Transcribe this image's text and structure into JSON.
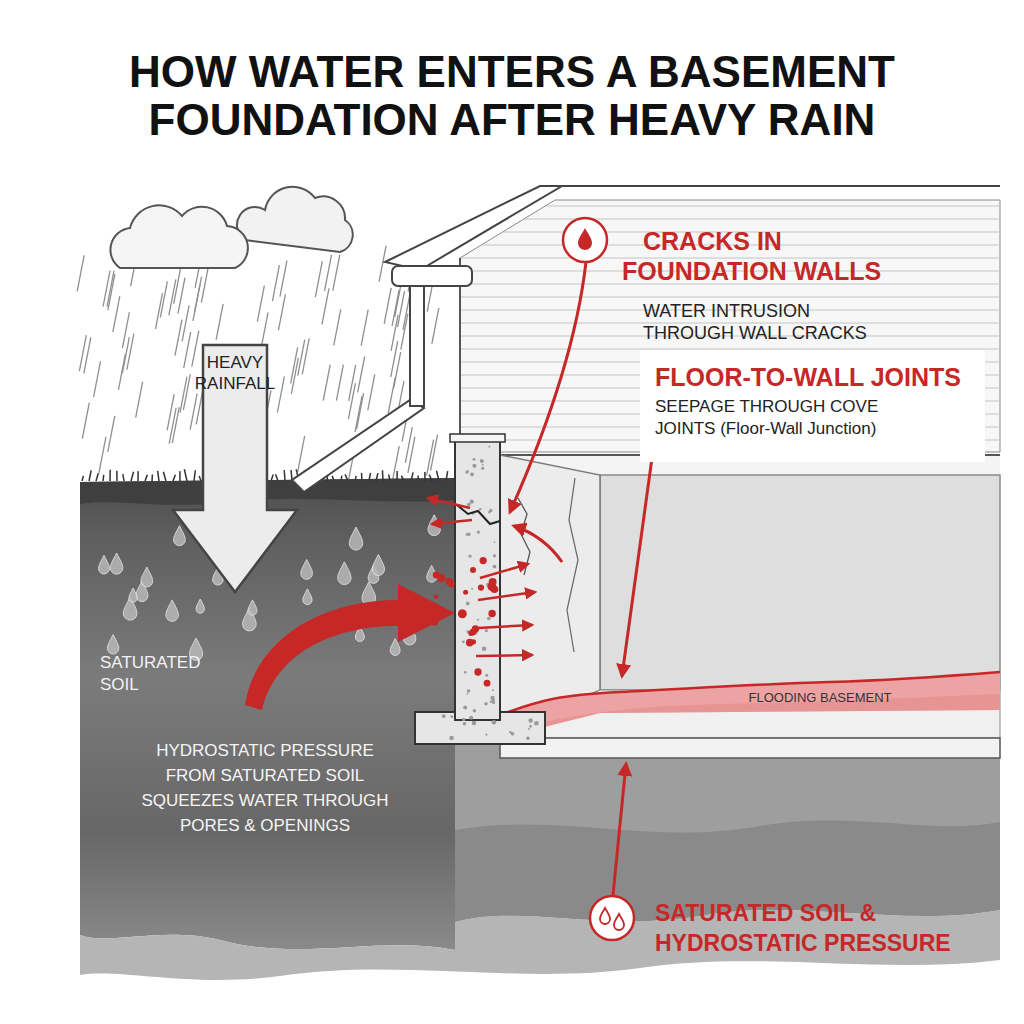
{
  "diagram": {
    "title": "HOW WATER ENTERS A BASEMENT FOUNDATION AFTER HEAVY RAIN",
    "labels": [
      "CRACKS IN FOUNDATION WALLS",
      "WATER INTRUSION THROUGH WALL CRACKS",
      "HEAVY RAINFALL",
      "FLOOR-TO-WALL JOINTS",
      "SEEPAGE THROUGH COVE JOINTS (Floor-Wall Junction)",
      "SATURATED SOIL",
      "FLOODING BASEMENT",
      "HYDROSTATIC PRESSURE FROM SATURATED SOIL SQUEEZES WATER THROUGH PORES & OPENINGS",
      "SATURATED SOIL & HYDROSTATIC PRESSURE"
    ]
  }
}
